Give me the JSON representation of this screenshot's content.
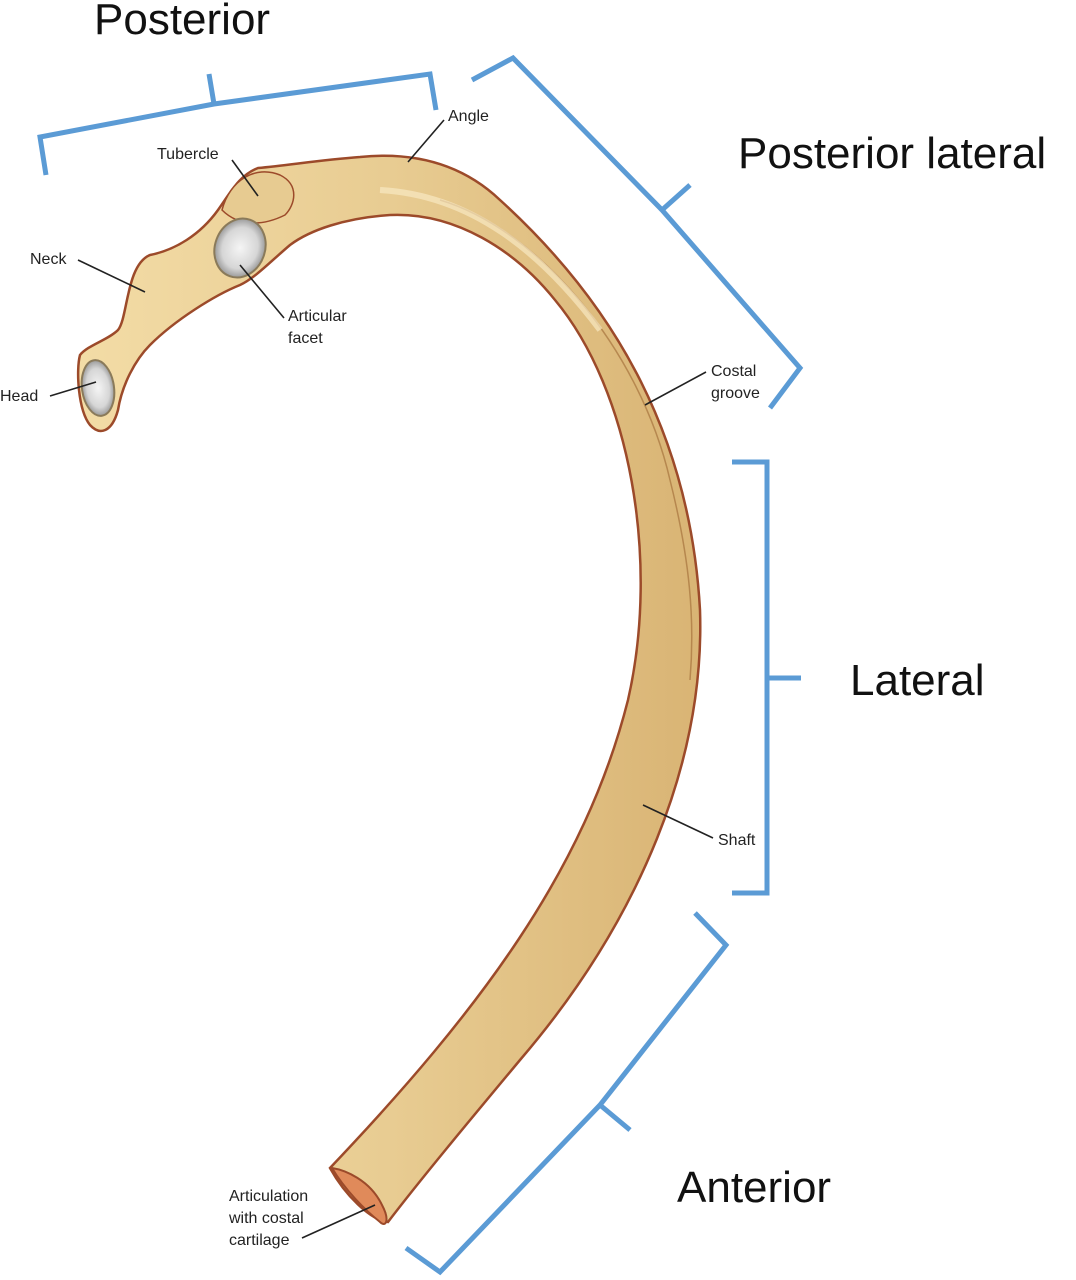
{
  "regions": {
    "posterior": "Posterior",
    "posterior_lateral": "Posterior lateral",
    "lateral": "Lateral",
    "anterior": "Anterior"
  },
  "parts": {
    "angle": "Angle",
    "tubercle": "Tubercle",
    "neck": "Neck",
    "articular_facet": [
      "Articular",
      "facet"
    ],
    "head": "Head",
    "costal_groove": [
      "Costal",
      "groove"
    ],
    "shaft": "Shaft",
    "articulation": [
      "Articulation",
      "with costal",
      "cartilage"
    ]
  },
  "colors": {
    "bone_fill": "#e6c98e",
    "bone_outline": "#9c4a2a",
    "bracket": "#5b9bd5",
    "facet": "#c9c9c9"
  }
}
